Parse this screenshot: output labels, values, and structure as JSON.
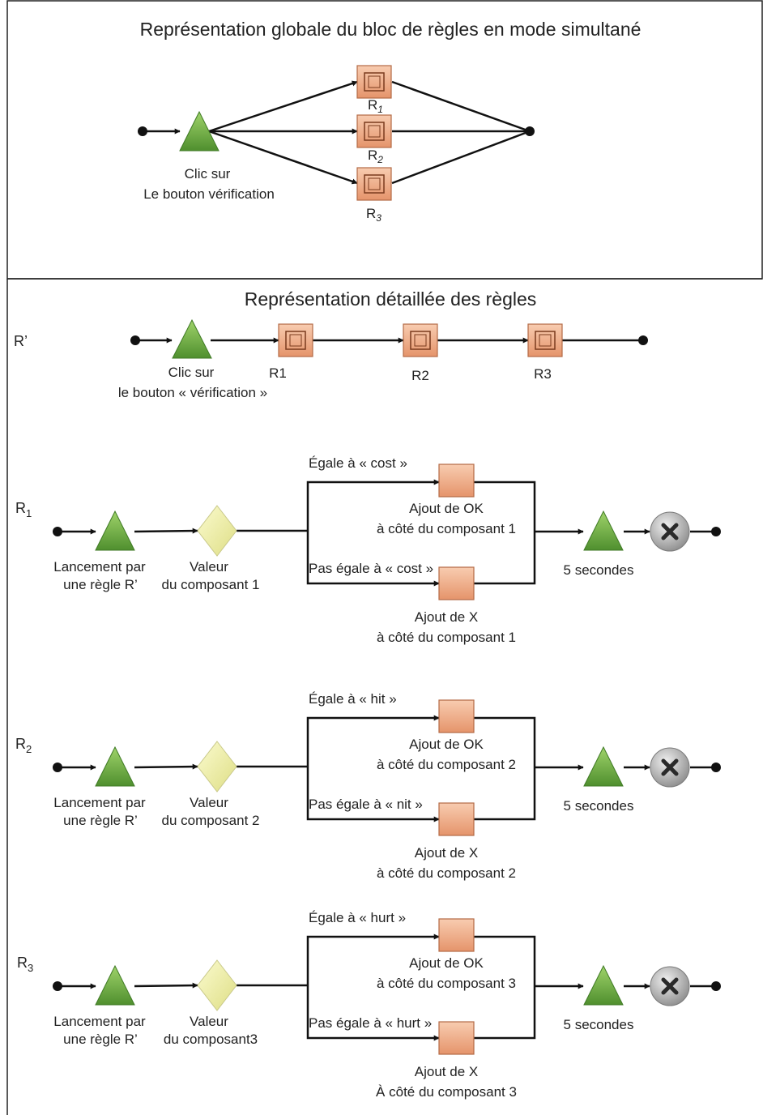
{
  "top": {
    "title": "Représentation globale du bloc de règles en mode simultané",
    "trigger_line1": "Clic sur",
    "trigger_line2": "Le bouton vérification",
    "r1_base": "R",
    "r1_sub": "1",
    "r2_base": "R",
    "r2_sub": "2",
    "r3_base": "R",
    "r3_sub": "3"
  },
  "detail": {
    "title": "Représentation détaillée des règles",
    "rprime": {
      "label": "R’",
      "trigger_line1": "Clic sur",
      "trigger_line2": "le bouton « vérification »",
      "r1": "R1",
      "r2": "R2",
      "r3": "R3"
    },
    "rules": [
      {
        "label_base": "R",
        "label_sub": "1",
        "launch_line1": "Lancement par",
        "launch_line2": "une règle R’",
        "value_line1": "Valeur",
        "value_line2": "du composant 1",
        "equal_label": "Égale à « cost »",
        "notequal_label": "Pas égale à « cost »",
        "ok_line1": "Ajout de OK",
        "ok_line2": "à côté du composant 1",
        "x_line1": "Ajout de X",
        "x_line2": "à côté du composant 1",
        "delay": "5 secondes"
      },
      {
        "label_base": "R",
        "label_sub": "2",
        "launch_line1": "Lancement par",
        "launch_line2": "une règle R’",
        "value_line1": "Valeur",
        "value_line2": "du composant 2",
        "equal_label": "Égale à « hit »",
        "notequal_label": "Pas égale à « nit »",
        "ok_line1": "Ajout de OK",
        "ok_line2": "à côté du composant 2",
        "x_line1": "Ajout de X",
        "x_line2": "à côté du composant 2",
        "delay": "5 secondes"
      },
      {
        "label_base": "R",
        "label_sub": "3",
        "launch_line1": "Lancement par",
        "launch_line2": "une règle R’",
        "value_line1": "Valeur",
        "value_line2": "du composant3",
        "equal_label": "Égale à « hurt »",
        "notequal_label": "Pas égale à « hurt »",
        "ok_line1": "Ajout de OK",
        "ok_line2": "à côté du composant 3",
        "x_line1": "Ajout de X",
        "x_line2": "À côté du composant 3",
        "delay": "5 secondes"
      }
    ]
  },
  "colors": {
    "trigger_green": "#7cba4f",
    "rule_box": "#f3b38f",
    "decision_yellow": "#f0f0a8",
    "end_gray": "#bdbdbd"
  }
}
